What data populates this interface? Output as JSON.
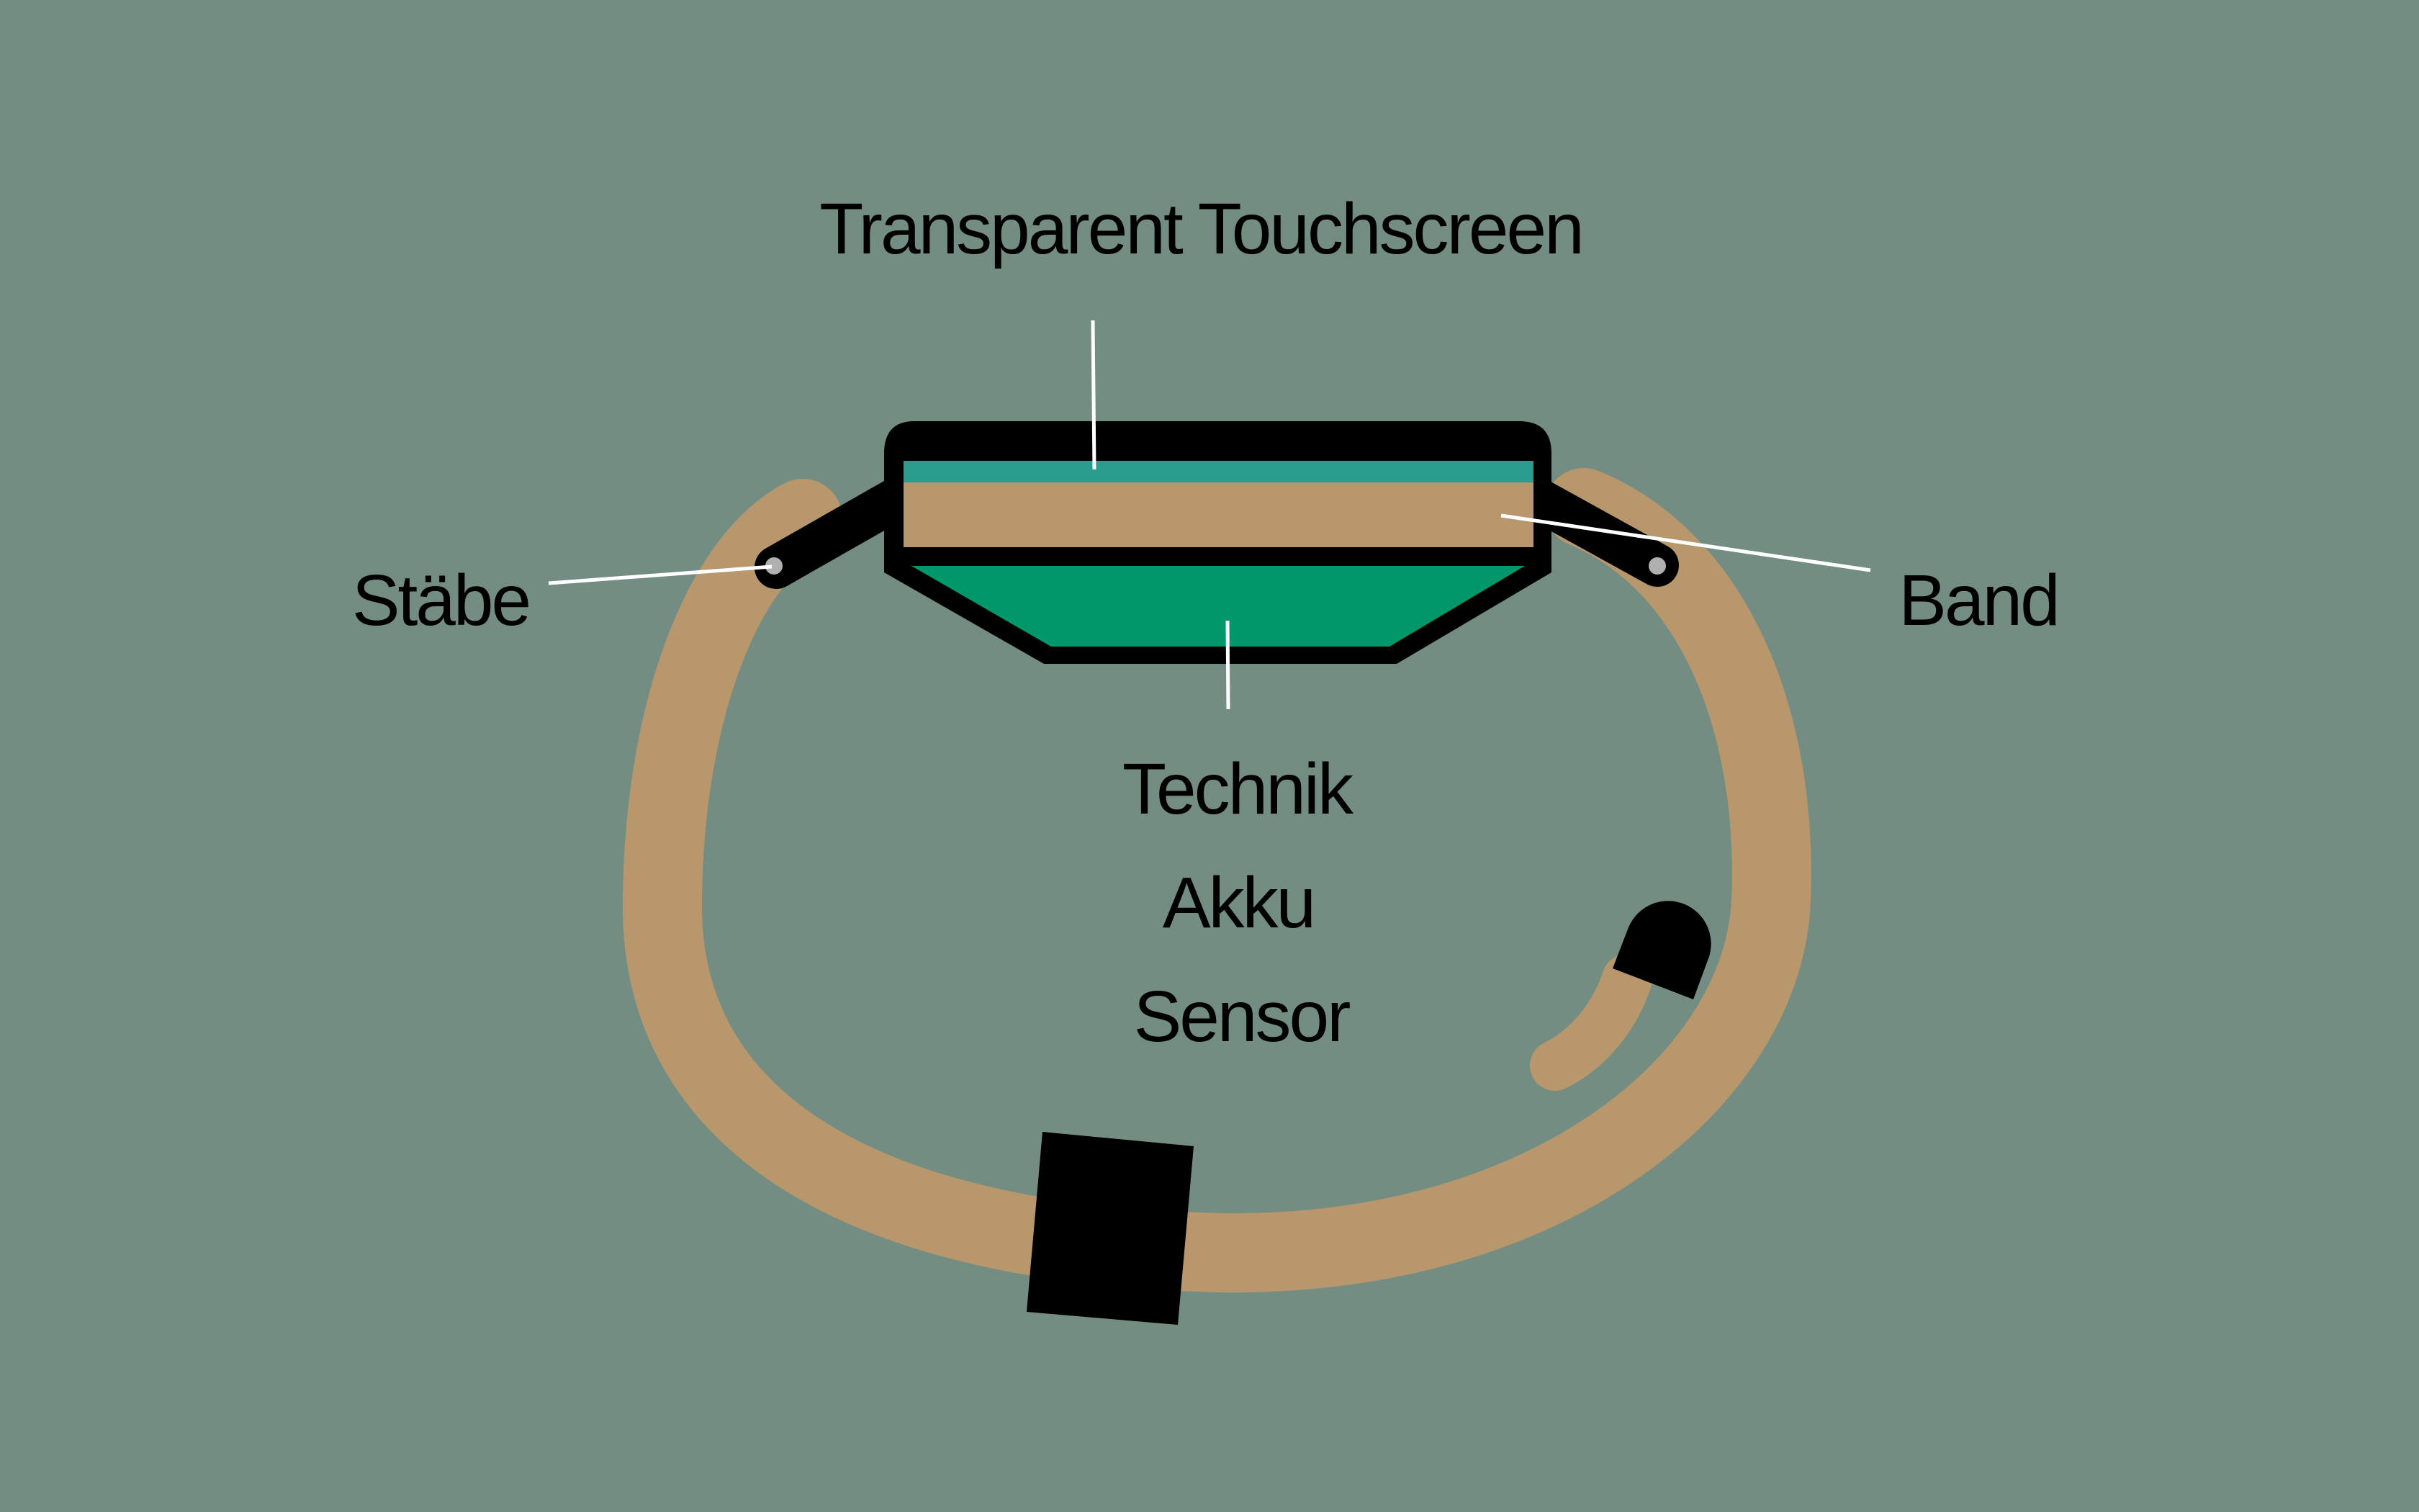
{
  "labels": {
    "screen": "Transparent Touchscreen",
    "bars": "Stäbe",
    "band": "Band",
    "tech_lines": [
      "Technik",
      "Akku",
      "Sensor"
    ]
  },
  "colors": {
    "background": "#738d83",
    "band": "#b8976d",
    "frame": "#000000",
    "screen": "#2a9d8f",
    "module": "#00976a",
    "leader": "#ffffff",
    "pin": "#b0b0b0"
  }
}
